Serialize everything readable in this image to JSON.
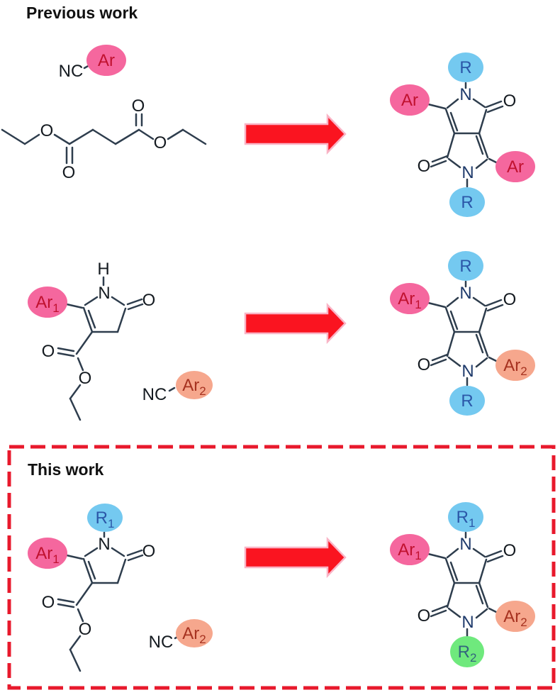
{
  "colors": {
    "background": "#ffffff",
    "bond": "#2e3d4d",
    "atom": "#141a20",
    "nitrogen": "#1e3a6b",
    "title": "#111111",
    "pink_fill": "#f5679e",
    "pink_text": "#c0112f",
    "salmon_fill": "#f6a78d",
    "salmon_text": "#a63220",
    "blue_fill": "#74c9f0",
    "blue_text": "#2b57a8",
    "green_fill": "#6fe97d",
    "green_text": "#33657d",
    "arrow_fill": "#fa1420",
    "arrow_outline": "#f9b4c6",
    "box_border": "#e8192c"
  },
  "previous_work": {
    "title": "Previous work",
    "reaction1": {
      "aryl_nitrile": {
        "nc": "NC",
        "ar": "Ar",
        "ar_sub": ""
      },
      "succinate": {
        "o_ester_left": "O",
        "o_carbonyl_bottom": "O",
        "o_carbonyl_top": "O",
        "o_ester_right": "O"
      },
      "product": {
        "r_top": "R",
        "r_top_sub": "",
        "n_top": "N",
        "o_right": "O",
        "ar_left": "Ar",
        "ar_left_sub": "",
        "o_left": "O",
        "n_bottom": "N",
        "ar_right": "Ar",
        "ar_right_sub": "",
        "r_bottom": "R",
        "r_bottom_sub": ""
      }
    },
    "reaction2": {
      "pyrrolinone": {
        "n_h": "H",
        "n": "N",
        "o_ketone": "O",
        "ar": "Ar",
        "ar_sub": "1",
        "o_ester_carbonyl": "O",
        "o_ester": "O"
      },
      "aryl_nitrile": {
        "nc": "NC",
        "ar": "Ar",
        "ar_sub": "2"
      },
      "product": {
        "r_top": "R",
        "r_top_sub": "",
        "n_top": "N",
        "o_right": "O",
        "ar_left": "Ar",
        "ar_left_sub": "1",
        "o_left": "O",
        "n_bottom": "N",
        "ar_right": "Ar",
        "ar_right_sub": "2",
        "r_bottom": "R",
        "r_bottom_sub": ""
      }
    }
  },
  "this_work": {
    "title": "This work",
    "reaction": {
      "pyrrolinone": {
        "n_r": "R",
        "n_r_sub": "1",
        "n": "N",
        "o_ketone": "O",
        "ar": "Ar",
        "ar_sub": "1",
        "o_ester_carbonyl": "O",
        "o_ester": "O"
      },
      "aryl_nitrile": {
        "nc": "NC",
        "ar": "Ar",
        "ar_sub": "2"
      },
      "product": {
        "r_top": "R",
        "r_top_sub": "1",
        "n_top": "N",
        "o_right": "O",
        "ar_left": "Ar",
        "ar_left_sub": "1",
        "o_left": "O",
        "n_bottom": "N",
        "ar_right": "Ar",
        "ar_right_sub": "2",
        "r_bottom": "R",
        "r_bottom_sub": "2"
      }
    }
  }
}
